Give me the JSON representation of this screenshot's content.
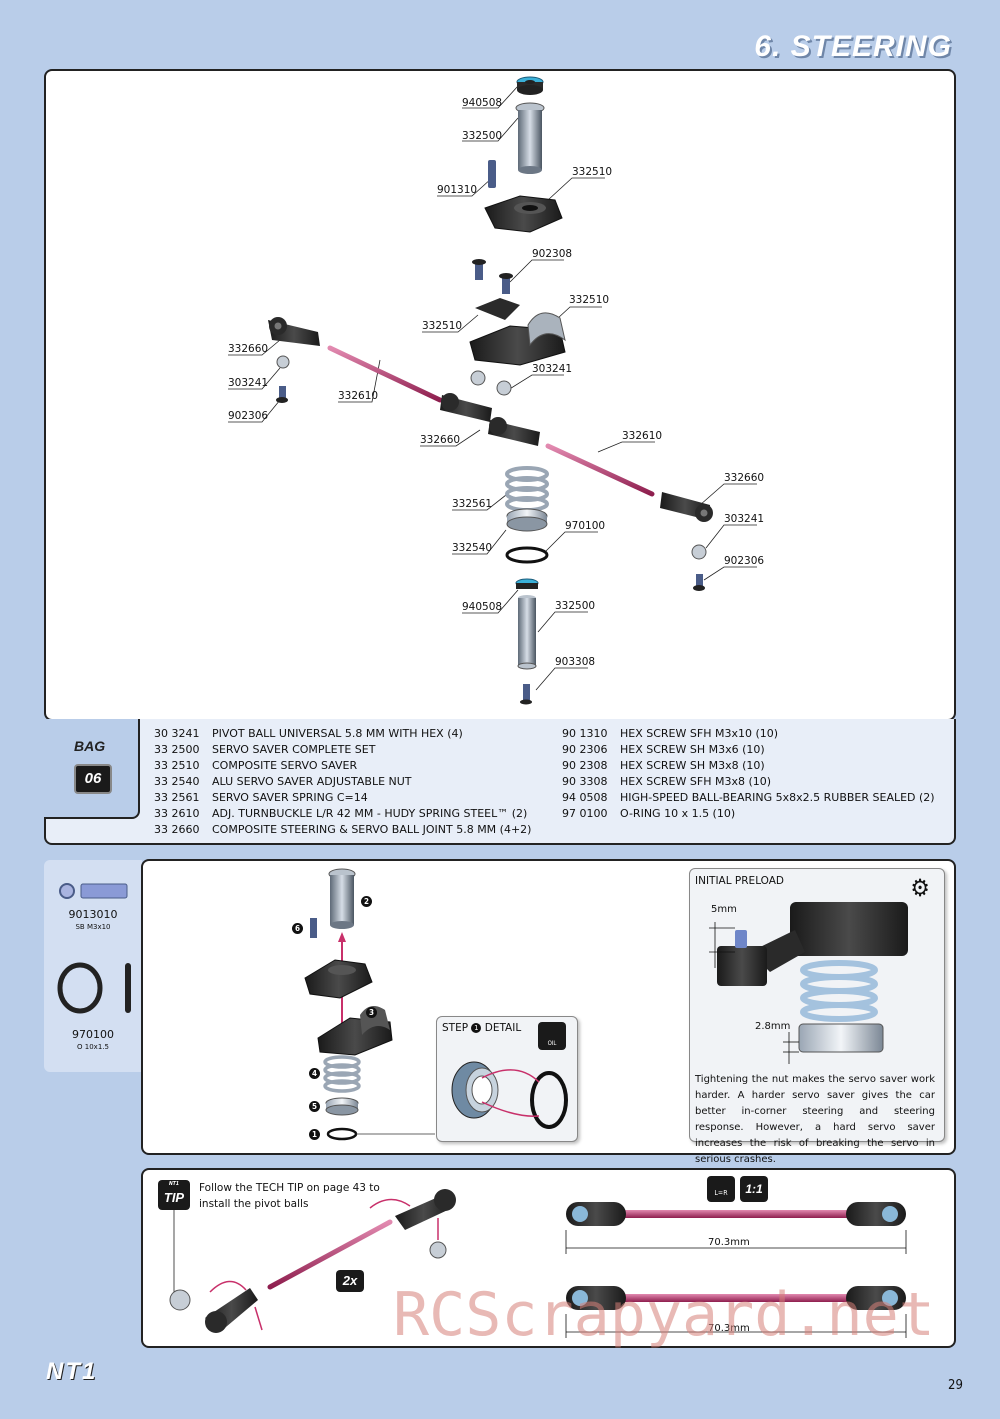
{
  "page": {
    "section_title": "6. STEERING",
    "page_number": "29",
    "brand_logo": "NT1",
    "watermark": "RCScrapyard.net"
  },
  "exploded_labels": [
    "940508",
    "332500",
    "901310",
    "332510",
    "902308",
    "332510",
    "332510",
    "332660",
    "303241",
    "902306",
    "332610",
    "303241",
    "332660",
    "332610",
    "332660",
    "332561",
    "970100",
    "303241",
    "332540",
    "902306",
    "940508",
    "332500",
    "903308"
  ],
  "bag": {
    "title": "BAG",
    "number": "06"
  },
  "parts_left": [
    {
      "code": "30 3241",
      "desc": "PIVOT BALL UNIVERSAL 5.8 MM WITH HEX (4)"
    },
    {
      "code": "33 2500",
      "desc": "SERVO SAVER COMPLETE SET"
    },
    {
      "code": "33 2510",
      "desc": "COMPOSITE SERVO SAVER"
    },
    {
      "code": "33 2540",
      "desc": "ALU SERVO SAVER ADJUSTABLE NUT"
    },
    {
      "code": "33 2561",
      "desc": "SERVO SAVER SPRING C=14"
    },
    {
      "code": "33 2610",
      "desc": "ADJ. TURNBUCKLE L/R 42 MM - HUDY SPRING STEEL™ (2)"
    },
    {
      "code": "33 2660",
      "desc": "COMPOSITE STEERING & SERVO BALL JOINT 5.8 MM (4+2)"
    }
  ],
  "parts_right": [
    {
      "code": "90 1310",
      "desc": "HEX SCREW SFH M3x10  (10)"
    },
    {
      "code": "90 2306",
      "desc": "HEX SCREW SH M3x6  (10)"
    },
    {
      "code": "90 2308",
      "desc": "HEX SCREW SH M3x8  (10)"
    },
    {
      "code": "90 3308",
      "desc": "HEX SCREW SFH M3x8  (10)"
    },
    {
      "code": "94 0508",
      "desc": "HIGH-SPEED BALL-BEARING 5x8x2.5 RUBBER SEALED  (2)"
    },
    {
      "code": "97 0100",
      "desc": "O-RING 10 x 1.5  (10)"
    }
  ],
  "side_parts": [
    {
      "code": "9013010",
      "spec": "SB M3x10"
    },
    {
      "code": "970100",
      "spec": "O 10x1.5"
    }
  ],
  "step_numbers": [
    "2",
    "6",
    "3",
    "4",
    "5",
    "1"
  ],
  "step_detail": {
    "title": "STEP",
    "title_num": "1",
    "title_suffix": "DETAIL",
    "oil_label": "OIL"
  },
  "preload": {
    "title": "INITIAL PRELOAD",
    "dim_top": "5mm",
    "dim_bottom": "2.8mm",
    "text": "Tightening the nut makes the servo saver work harder. A harder servo saver gives the car better in-corner steering and steering response. However, a hard servo saver increases the risk of breaking the servo in serious crashes."
  },
  "tip": {
    "badge_top": "NT1",
    "badge": "TIP",
    "text_line1": "Follow the TECH TIP on page 43 to",
    "text_line2": "install the pivot balls",
    "multiplier": "2x"
  },
  "turnbuckle": {
    "icon_lr_top": "L=R",
    "scale": "1:1",
    "length1": "70.3mm",
    "length2": "70.3mm"
  },
  "colors": {
    "background": "#b9cde9",
    "accent_pink": "#c8306a",
    "part_dark": "#2e2e2e",
    "blue_bearing": "#3ab0d8"
  }
}
